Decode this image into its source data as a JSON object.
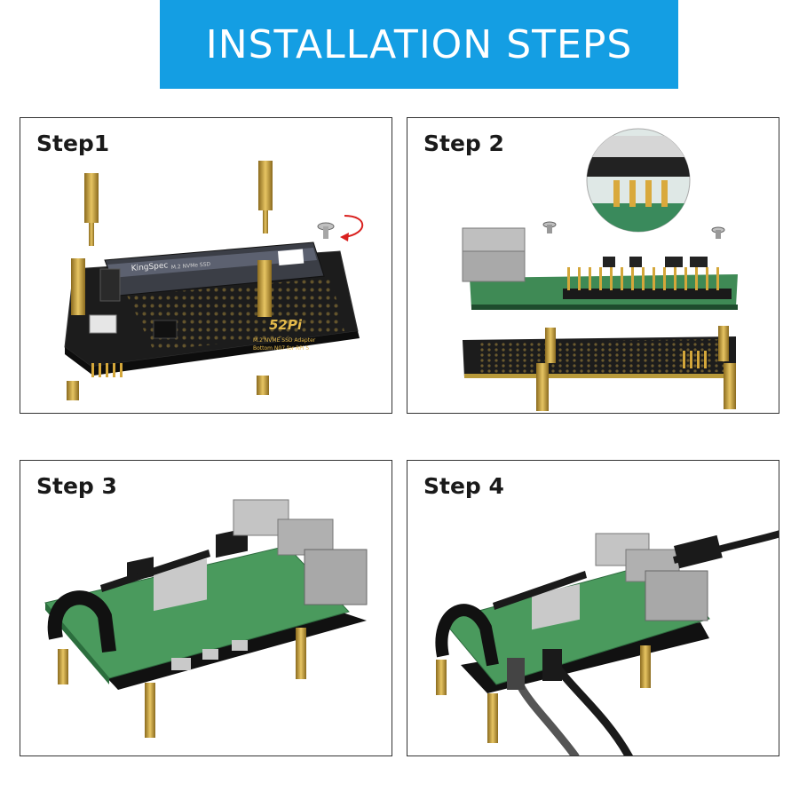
{
  "banner": {
    "title": "INSTALLATION STEPS",
    "color": "#149ee3"
  },
  "steps": [
    {
      "label": "Step1"
    },
    {
      "label": "Step 2"
    },
    {
      "label": "Step 3"
    },
    {
      "label": "Step 4"
    }
  ],
  "board_marking": {
    "brand": "52Pi",
    "line1": "M.2 NVME SSD Adapter",
    "line2": "Bottom N07 for RPi 5"
  },
  "ssd_label": {
    "brand": "KingSpec",
    "line": "M.2 NVMe SSD"
  },
  "colors": {
    "pcb_black": "#1c1c1c",
    "pcb_green": "#3f8a55",
    "brass": "#c9a23c",
    "cable": "#1a1a1a"
  }
}
